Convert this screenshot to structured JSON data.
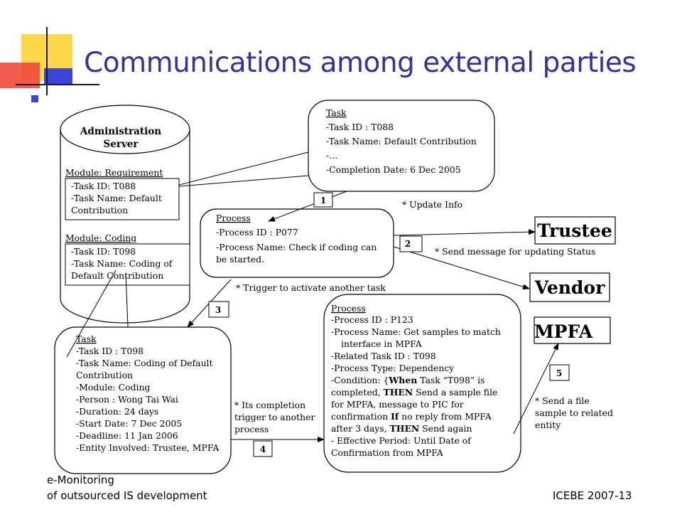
{
  "slide": {
    "title": "Communications among external parties",
    "footer_left_line1": "e-Monitoring",
    "footer_left_line2": "of outsourced IS development",
    "footer_right": "ICEBE 2007-13"
  },
  "colors": {
    "title": "#333399",
    "deco_yellow": "#ffd94a",
    "deco_red": "#f04a3c",
    "deco_blue": "#3a44d8"
  },
  "diagram": {
    "server": {
      "title_line1": "Administration",
      "title_line2": "Server",
      "module1_label": "Module: Requirement",
      "module1_lines": [
        "-Task ID: T088",
        "-Task Name: Default",
        "Contribution"
      ],
      "module2_label": "Module: Coding",
      "module2_lines": [
        "-Task ID: T098",
        "-Task Name: Coding of",
        "Default Contribution"
      ]
    },
    "task_t088": {
      "heading": "Task",
      "lines": [
        "-Task ID : T088",
        "-Task Name: Default Contribution",
        "-…",
        "-Completion Date:  6 Dec 2005"
      ]
    },
    "process_p077": {
      "heading": "Process",
      "lines": [
        "-Process ID : P077",
        "-Process Name: Check if coding can",
        "be started."
      ]
    },
    "task_t098": {
      "heading": "Task",
      "lines": [
        "-Task ID : T098",
        "-Task Name: Coding of Default",
        "Contribution",
        "-Module: Coding",
        "-Person  : Wong Tai Wai",
        "-Duration: 24 days",
        "-Start Date: 7 Dec 2005",
        "-Deadline:  11 Jan 2006",
        "-Entity Involved: Trustee, MPFA"
      ]
    },
    "process_p123": {
      "heading": "Process",
      "lines": [
        "-Process ID : P123",
        "-Process Name: Get samples to match",
        "interface in  MPFA",
        "-Related Task ID : T098",
        "-Process Type: Dependency"
      ],
      "cond1_a": "-Condition: {",
      "cond1_b": "When",
      "cond1_c": " Task “T098” is",
      "cond2_a": "completed, ",
      "cond2_b": "THEN",
      "cond2_c": " Send a sample file",
      "cond3": "for MPFA, message to PIC for",
      "cond4_a": "confirmation ",
      "cond4_b": "If",
      "cond4_c": " no reply from MPFA",
      "cond5_a": "after 3 days, ",
      "cond5_b": "THEN",
      "cond5_c": " Send again",
      "lines_end": [
        "- Effective Period: Until Date of",
        "Confirmation from MPFA"
      ]
    },
    "entities": {
      "trustee": "Trustee",
      "vendor": "Vendor",
      "mpfa": "MPFA"
    },
    "steps": {
      "s1": "1",
      "s2": "2",
      "s3": "3",
      "s4": "4",
      "s5": "5"
    },
    "annotations": {
      "update_info": "* Update Info",
      "send_message": "* Send message for   updating Status",
      "trigger": "* Trigger to activate another task",
      "completion_lines": [
        "* Its completion",
        "trigger to another",
        "process"
      ],
      "send_file_lines": [
        "* Send a file",
        "sample to related",
        "entity"
      ]
    }
  }
}
